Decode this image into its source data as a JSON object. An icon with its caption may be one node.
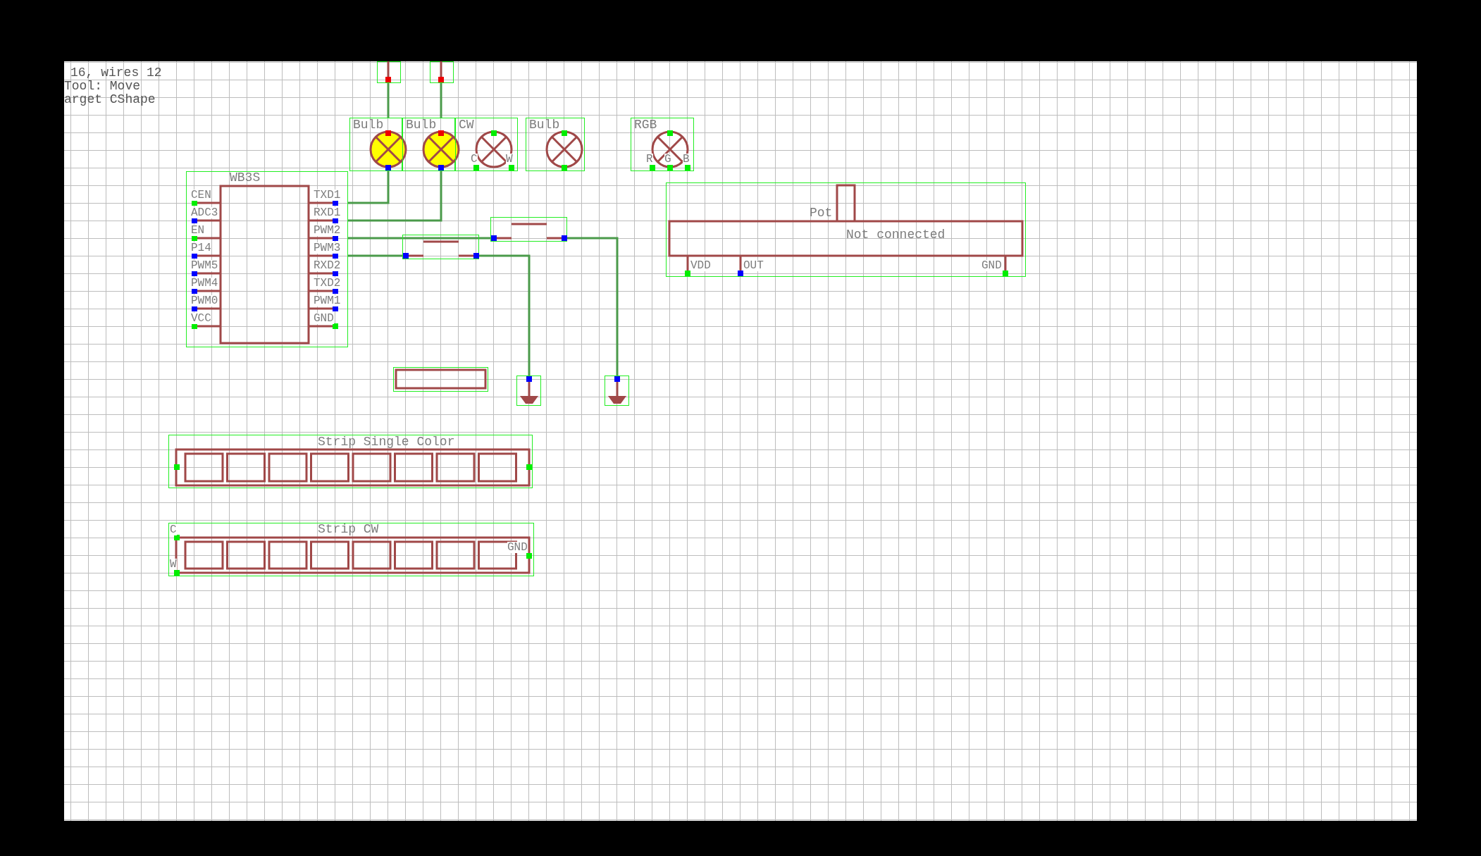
{
  "diagram": {
    "nodes": [
      {
        "text": [],
        "shape": "box"
      },
      {
        "text": [],
        "shape": "box"
      },
      {
        "text": [
          "Bulb"
        ]
      },
      {
        "text": [
          "Bulb"
        ]
      },
      {
        "text": [
          "CW",
          "C",
          "W"
        ]
      },
      {
        "text": [
          "Bulb"
        ]
      },
      {
        "text": [
          "RGB",
          "R",
          "G",
          "B"
        ]
      },
      {
        "text": [
          "WB3S",
          "CEN",
          "ADC3",
          "EN",
          "P14",
          "PWM5",
          "PWM4",
          "PWM0",
          "VCC",
          "TXD1",
          "RXD1",
          "PWM2",
          "PWM3",
          "RXD2",
          "TXD2",
          "PWM1",
          "GND"
        ]
      },
      {
        "text": [],
        "shape": "switch"
      },
      {
        "text": [],
        "shape": "switch"
      },
      {
        "text": [
          "Pot",
          "Not connected",
          "VDD",
          "OUT",
          "GND"
        ]
      },
      {
        "text": [],
        "shape": "bar"
      },
      {
        "text": [],
        "shape": "ground"
      },
      {
        "text": [],
        "shape": "ground"
      },
      {
        "text": [
          "Strip Single Color"
        ]
      },
      {
        "text": [
          "Strip CW",
          "C",
          "W",
          "GND"
        ]
      }
    ],
    "edges": [
      {
        "from": 0,
        "to": 2,
        "arrow": "none"
      },
      {
        "from": 1,
        "to": 3,
        "arrow": "none"
      },
      {
        "from": 7,
        "to": 2,
        "arrow": "none"
      },
      {
        "from": 7,
        "to": 3,
        "arrow": "none"
      },
      {
        "from": 7,
        "to": 8,
        "arrow": "none"
      },
      {
        "from": 8,
        "to": 13,
        "arrow": "none"
      },
      {
        "from": 7,
        "to": 9,
        "arrow": "none"
      },
      {
        "from": 9,
        "to": 12,
        "arrow": "none"
      }
    ],
    "labels": [
      "16, wires 12",
      "Tool: Move",
      "arget CShape"
    ]
  }
}
